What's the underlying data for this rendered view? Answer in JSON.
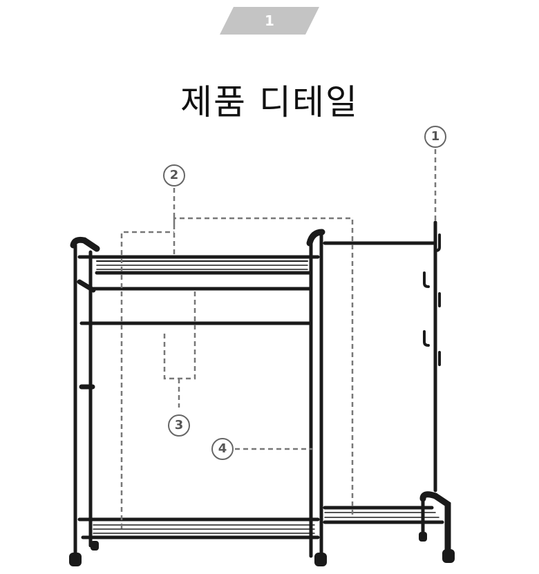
{
  "badge": {
    "number": "1",
    "color": "#c4c4c4"
  },
  "title": "제품 디테일",
  "callouts": [
    {
      "label": "1",
      "part": "side-hooks"
    },
    {
      "label": "2",
      "part": "top-shelf"
    },
    {
      "label": "3",
      "part": "hanging-rod"
    },
    {
      "label": "4",
      "part": "frame-pole"
    }
  ],
  "colors": {
    "frame": "#1a1a1a",
    "dash": "#777777"
  }
}
